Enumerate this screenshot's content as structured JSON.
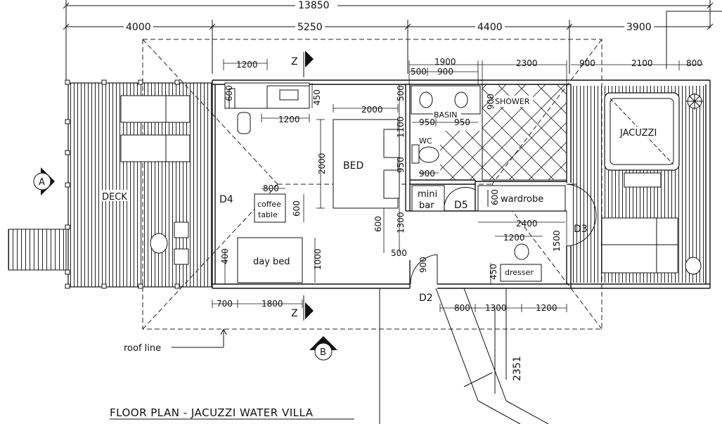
{
  "title": "FLOOR PLAN - JACUZZI WATER VILLA",
  "overall_dimension": "13850",
  "segments": [
    "4000",
    "5250",
    "4400",
    "3900"
  ],
  "dims": {
    "d1200a": "1200",
    "d600a": "600",
    "d450a": "450",
    "d1200b": "1200",
    "d2000": "2000",
    "d2000v": "2000",
    "d500a": "500",
    "d1100": "1100",
    "d1900": "1900",
    "d500b": "500",
    "d900a": "900",
    "d2300": "2300",
    "d900b": "900",
    "d2100": "2100",
    "d800a": "800",
    "d900c": "900",
    "d950a": "950",
    "d950b": "950",
    "d900d": "900",
    "d950c": "950",
    "d800b": "800",
    "d600b": "600",
    "d600c": "600",
    "d1300": "1300",
    "d500c": "500",
    "d600d": "600",
    "d2400": "2400",
    "d1200c": "1200",
    "d1500": "1500",
    "d400": "400",
    "d1000": "1000",
    "d900e": "900",
    "d450b": "450",
    "d700": "700",
    "d1800": "1800",
    "d800c": "800",
    "d1300b": "1300",
    "d1200d": "1200",
    "d2351": "2351"
  },
  "rooms": {
    "deck": "DECK",
    "bed": "BED",
    "basin": "BASIN",
    "shower": "SHOWER",
    "wc": "WC",
    "jacuzzi": "JACUZZI",
    "coffee_table_1": "coffee",
    "coffee_table_2": "table",
    "mini_bar_1": "mini",
    "mini_bar_2": "bar",
    "wardrobe": "wardrobe",
    "day_bed": "day bed",
    "dresser": "dresser"
  },
  "doors": {
    "d2": "D2",
    "d3": "D3",
    "d4": "D4",
    "d5": "D5"
  },
  "section_marks": {
    "z_top": "Z",
    "z_bottom": "Z",
    "a": "A",
    "b": "B"
  },
  "roof_line": "roof line"
}
